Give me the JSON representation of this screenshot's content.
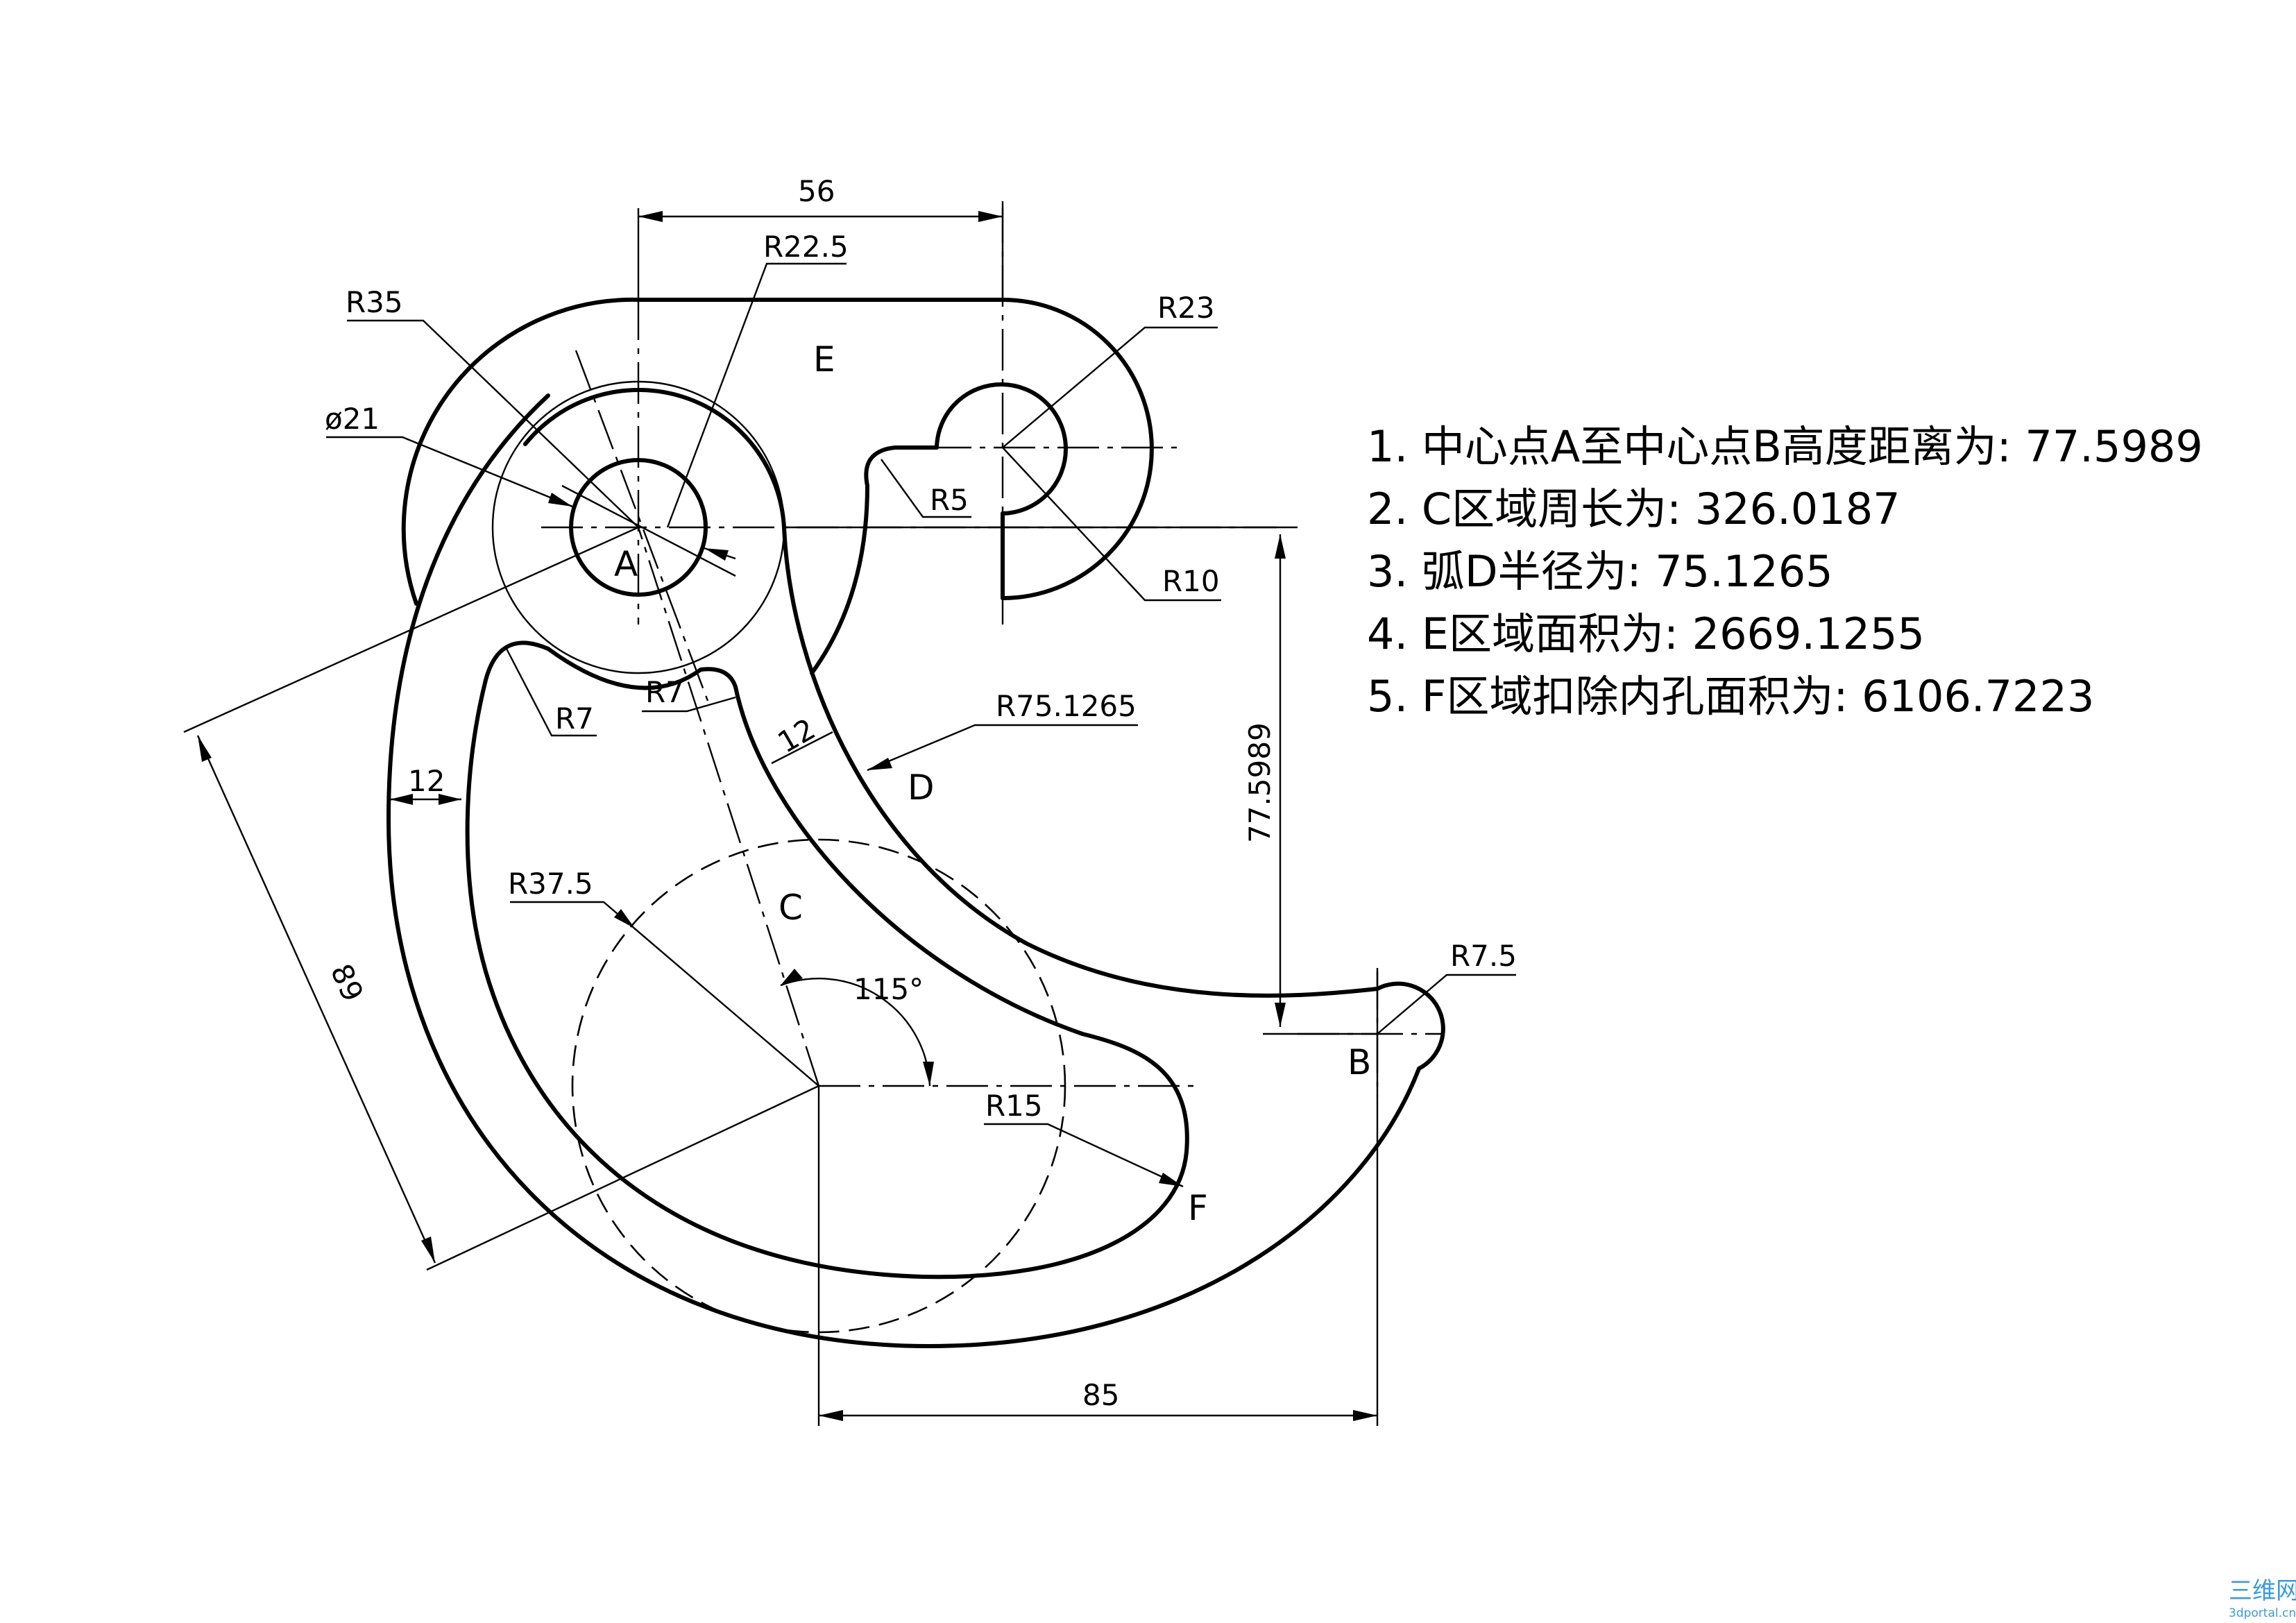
{
  "dimensions": {
    "d56": "56",
    "r22_5": "R22.5",
    "r35": "R35",
    "r23": "R23",
    "phi21": "ø21",
    "r5": "R5",
    "r10": "R10",
    "r7_left": "R7",
    "r7_mid": "R7",
    "r75": "R75.1265",
    "d12_left": "12",
    "d12_mid": "12",
    "r37_5": "R37.5",
    "a115": "115°",
    "r15": "R15",
    "r7_5": "R7.5",
    "d77": "77.5989",
    "d89": "89",
    "d85": "85"
  },
  "points": {
    "A": "A",
    "B": "B",
    "C": "C",
    "D": "D",
    "E": "E",
    "F": "F"
  },
  "notes": [
    "1. 中心点A至中心点B高度距离为: 77.5989",
    "2. C区域周长为: 326.0187",
    "3. 弧D半径为: 75.1265",
    "4. E区域面积为: 2669.1255",
    "5. F区域扣除内孔面积为: 6106.7223"
  ],
  "watermark": {
    "main": "三维网",
    "sub": "3dportal.cn",
    "color": "#3a9bd9"
  }
}
